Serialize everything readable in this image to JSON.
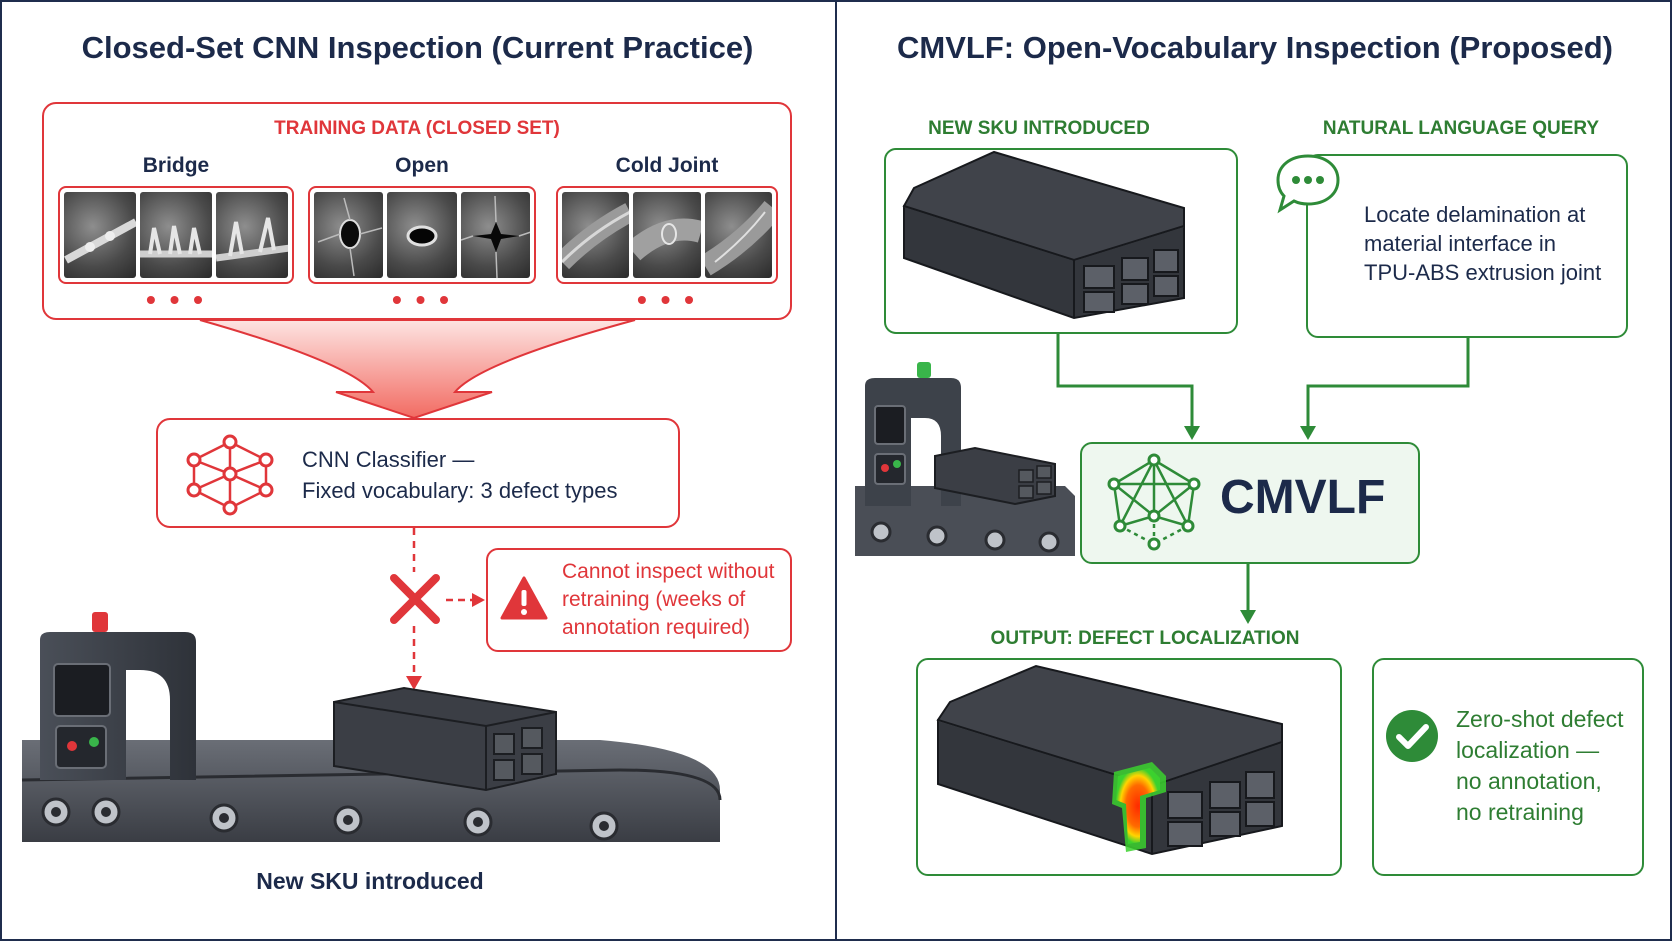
{
  "left": {
    "title": "Closed-Set CNN Inspection (Current Practice)",
    "training_header": "TRAINING DATA (CLOSED SET)",
    "categories": [
      "Bridge",
      "Open",
      "Cold Joint"
    ],
    "ellipsis": "• • •",
    "classifier_line1": "CNN Classifier —",
    "classifier_line2": "Fixed vocabulary: 3 defect types",
    "warning_line1": "Cannot inspect without",
    "warning_line2": "retraining (weeks of",
    "warning_line3": "annotation required)",
    "caption": "New SKU introduced",
    "accent_color": "#e0363a"
  },
  "right": {
    "title": "CMVLF: Open-Vocabulary Inspection (Proposed)",
    "sku_header": "NEW SKU INTRODUCED",
    "query_header": "NATURAL LANGUAGE QUERY",
    "query_line1": "Locate delamination at",
    "query_line2": "material interface in",
    "query_line3": "TPU-ABS extrusion joint",
    "model_label": "CMVLF",
    "output_header": "OUTPUT: DEFECT LOCALIZATION",
    "result_line1": "Zero-shot defect",
    "result_line2": "localization —",
    "result_line3": "no annotation,",
    "result_line4": "no retraining",
    "accent_color": "#2e8b38"
  }
}
